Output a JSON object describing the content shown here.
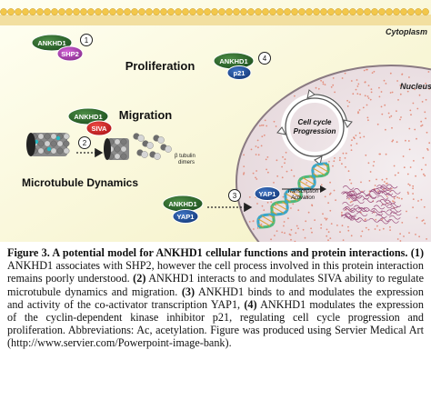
{
  "figure": {
    "cytoplasm_label": "Cytoplasm",
    "nucleus_label": "Nucleus",
    "section_proliferation": "Proliferation",
    "section_migration": "Migration",
    "section_microtubule": "Microtubule Dynamics",
    "cell_cycle_line1": "Cell cycle",
    "cell_cycle_line2": "Progression",
    "beta_tubulin_line1": "β tubulin",
    "beta_tubulin_line2": "dimers",
    "transcription_line1": "Transcription",
    "transcription_line2": "Activation",
    "proteins": {
      "ankhd1": "ANKHD1",
      "shp2": "SHP2",
      "siva": "SIVA",
      "p21": "p21",
      "yap1": "YAP1"
    },
    "step_numbers": [
      "1",
      "2",
      "3",
      "4"
    ],
    "colors": {
      "ankhd1": "#2e6b2a",
      "shp2": "#b040b4",
      "siva": "#d8262a",
      "p21": "#1f4e9c",
      "yap1": "#1f4e9c",
      "background": "#fbf9d6",
      "nucleus_fill": "#ede3e6",
      "dots": "#e79b8a"
    }
  },
  "caption": {
    "title": "Figure 3. A potential model for ANKHD1 cellular functions and protein interactions.",
    "p1_num": "(1)",
    "p1": " ANKHD1 associates with SHP2, however the cell process involved in this protein interaction remains poorly understood. ",
    "p2_num": "(2)",
    "p2": " ANKHD1 interacts to and modulates SIVA ability to regulate microtubule dynamics and migration. ",
    "p3_num": "(3)",
    "p3": " ANKHD1 binds to and modulates the expression and activity of the co-activator transcription YAP1, ",
    "p4_num": "(4)",
    "p4": " ANKHD1 modulates the expression of the cyclin-dependent kinase inhibitor p21, regulating cell cycle progression and proliferation. Abbreviations: Ac, acetylation. Figure was produced using Servier Medical Art (http://www.servier.com/Powerpoint-image-bank)."
  }
}
